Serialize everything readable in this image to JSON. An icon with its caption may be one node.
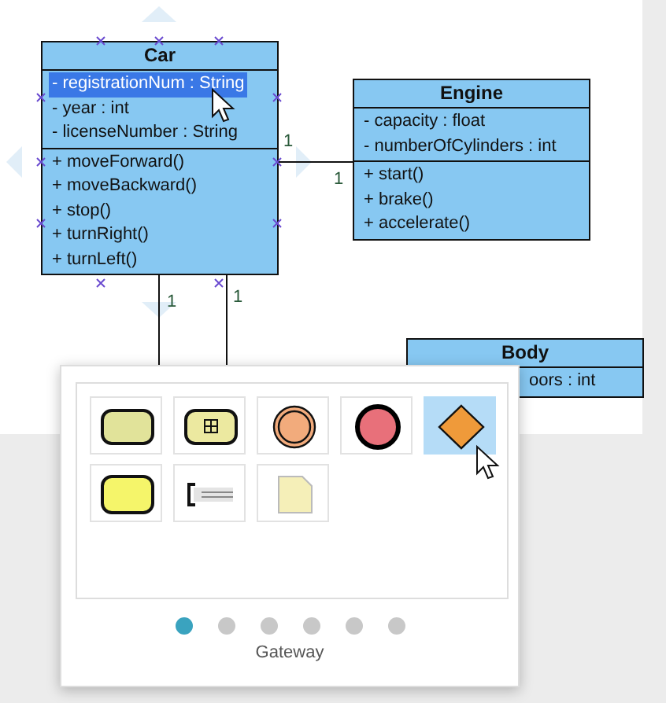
{
  "diagram": {
    "nodes": [
      {
        "text": [
          "Car",
          "- registrationNum : String",
          "- year : int",
          "- licenseNumber : String",
          "+ moveForward()",
          "+ moveBackward()",
          "+ stop()",
          "+ turnRight()",
          "+ turnLeft()"
        ]
      },
      {
        "text": [
          "Engine",
          "- capacity : float",
          "- numberOfCylinders : int",
          "+ start()",
          "+ brake()",
          "+ accelerate()"
        ]
      },
      {
        "text": [
          "Body",
          "oors : int"
        ]
      }
    ],
    "edges": [
      {
        "from": 0,
        "to": 1,
        "arrow": "none"
      },
      {
        "from": 0,
        "to": null,
        "arrow": "none"
      },
      {
        "from": 0,
        "to": null,
        "arrow": "none"
      }
    ],
    "labels": [
      "1",
      "1",
      "1",
      "1",
      "Gateway"
    ]
  }
}
